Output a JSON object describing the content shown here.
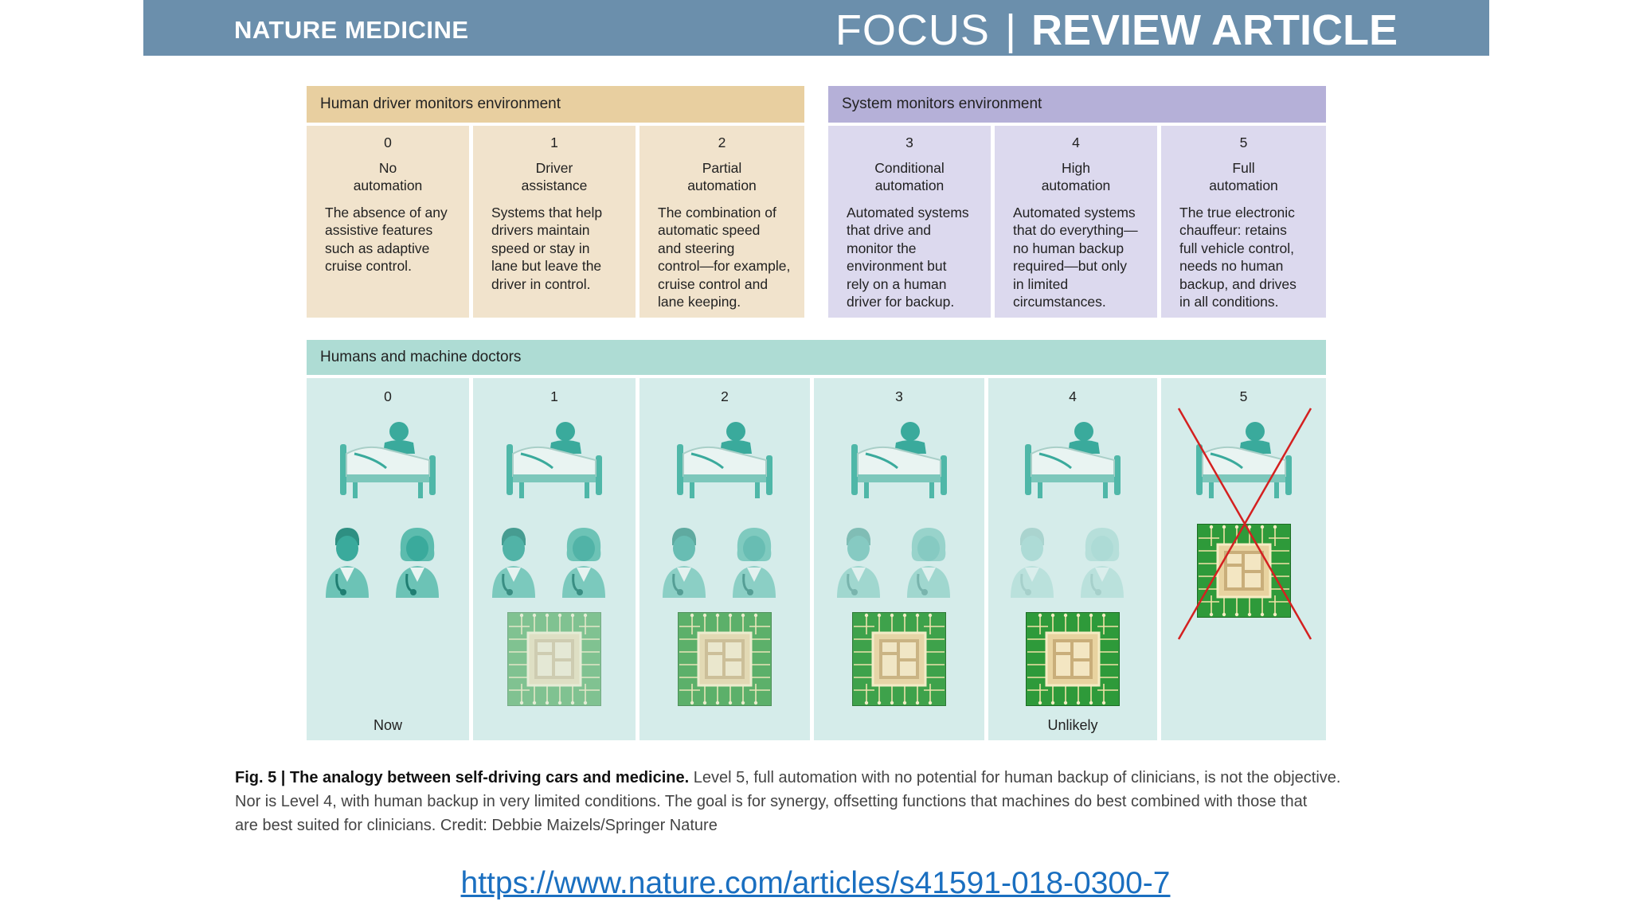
{
  "header": {
    "journal": "NATURE MEDICINE",
    "focus": "FOCUS",
    "separator": "|",
    "article_type": "REVIEW ARTICLE"
  },
  "figure": {
    "human_band": "Human driver monitors environment",
    "system_band": "System monitors environment",
    "levels": [
      {
        "num": "0",
        "title1": "No",
        "title2": "automation",
        "desc": [
          "The absence of any",
          "assistive features",
          "such as adaptive",
          "cruise control."
        ]
      },
      {
        "num": "1",
        "title1": "Driver",
        "title2": "assistance",
        "desc": [
          "Systems that help",
          "drivers maintain",
          "speed or stay in",
          "lane but leave the",
          "driver in control."
        ]
      },
      {
        "num": "2",
        "title1": "Partial",
        "title2": "automation",
        "desc": [
          "The combination of",
          "automatic speed",
          "and steering",
          "control—for example,",
          "cruise control and",
          "lane keeping."
        ]
      },
      {
        "num": "3",
        "title1": "Conditional",
        "title2": "automation",
        "desc": [
          "Automated systems",
          "that drive and",
          "monitor the",
          "environment but",
          "rely on a human",
          "driver for backup."
        ]
      },
      {
        "num": "4",
        "title1": "High",
        "title2": "automation",
        "desc": [
          "Automated systems",
          "that do everything—",
          "no human backup",
          "required—but only",
          "in limited",
          "circumstances."
        ]
      },
      {
        "num": "5",
        "title1": "Full",
        "title2": "automation",
        "desc": [
          "The true electronic",
          "chauffeur: retains",
          "full vehicle control,",
          "needs no human",
          "backup, and drives",
          "in all conditions."
        ]
      }
    ],
    "doctors_band": "Humans and machine doctors",
    "doctor_levels": [
      {
        "num": "0",
        "footer": "Now"
      },
      {
        "num": "1",
        "footer": ""
      },
      {
        "num": "2",
        "footer": ""
      },
      {
        "num": "3",
        "footer": ""
      },
      {
        "num": "4",
        "footer": "Unlikely"
      },
      {
        "num": "5",
        "footer": ""
      }
    ],
    "colors": {
      "human_band": "#e8cfa0",
      "human_col": "#f1e3cc",
      "system_band": "#b5b0d8",
      "system_col": "#dcd9ee",
      "doctors_band": "#aedcd4",
      "doctors_col": "#d5ecea",
      "teal": "#3aaa9c",
      "chip_green": "#2e9a3a",
      "cross_red": "#d42020"
    }
  },
  "caption": {
    "label": "Fig. 5 | The analogy between self-driving cars and medicine.",
    "text1": " Level 5, full automation with no potential for human backup of clinicians, is not the objective.",
    "line2": "Nor is Level 4, with human backup in very limited conditions. The goal is for synergy, offsetting functions that machines do best combined with those that",
    "line3": "are best suited for clinicians. Credit: Debbie Maizels/Springer Nature"
  },
  "link": "https://www.nature.com/articles/s41591-018-0300-7"
}
